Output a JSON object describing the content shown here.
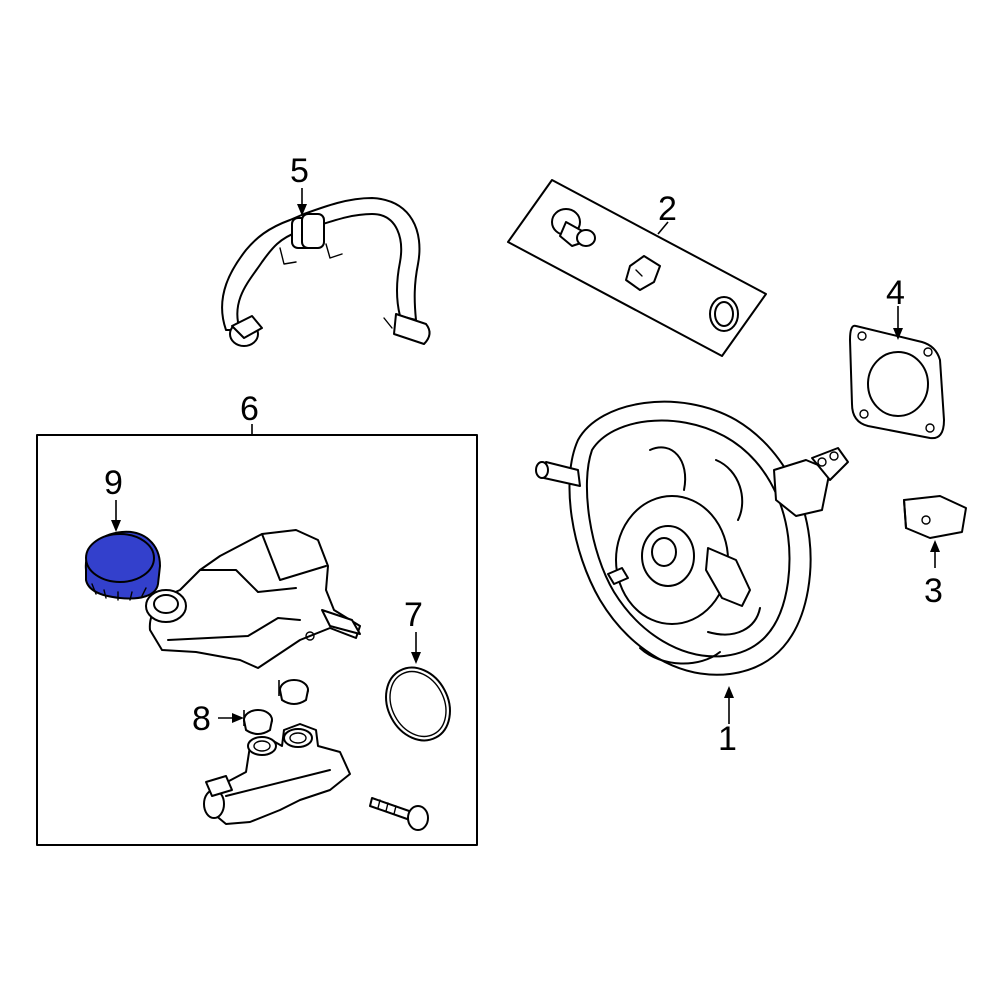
{
  "diagram": {
    "highlight_color": "#3340cc",
    "callouts": [
      {
        "id": "1",
        "label": "1"
      },
      {
        "id": "2",
        "label": "2"
      },
      {
        "id": "3",
        "label": "3"
      },
      {
        "id": "4",
        "label": "4"
      },
      {
        "id": "5",
        "label": "5"
      },
      {
        "id": "6",
        "label": "6"
      },
      {
        "id": "7",
        "label": "7"
      },
      {
        "id": "8",
        "label": "8"
      },
      {
        "id": "9",
        "label": "9"
      }
    ],
    "highlighted_part": "9"
  }
}
